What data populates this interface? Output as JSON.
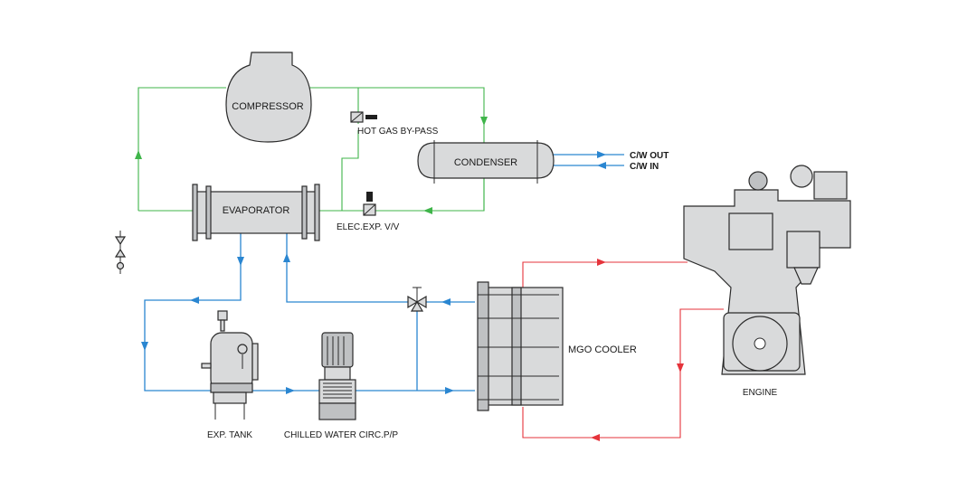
{
  "labels": {
    "compressor": "COMPRESSOR",
    "hot_gas": "HOT GAS BY-PASS",
    "condenser": "CONDENSER",
    "cw_out": "C/W OUT",
    "cw_in": "C/W IN",
    "evaporator": "EVAPORATOR",
    "elec_exp": "ELEC.EXP. V/V",
    "mgo_cooler": "MGO COOLER",
    "engine": "ENGINE",
    "exp_tank": "EXP. TANK",
    "chilled_pump": "CHILLED WATER CIRC.P/P"
  },
  "colors": {
    "refrigerant_line": "#3fb54a",
    "chilled_water_line": "#2a86d1",
    "oil_line": "#e5333b",
    "equipment_fill": "#d9dadb"
  }
}
